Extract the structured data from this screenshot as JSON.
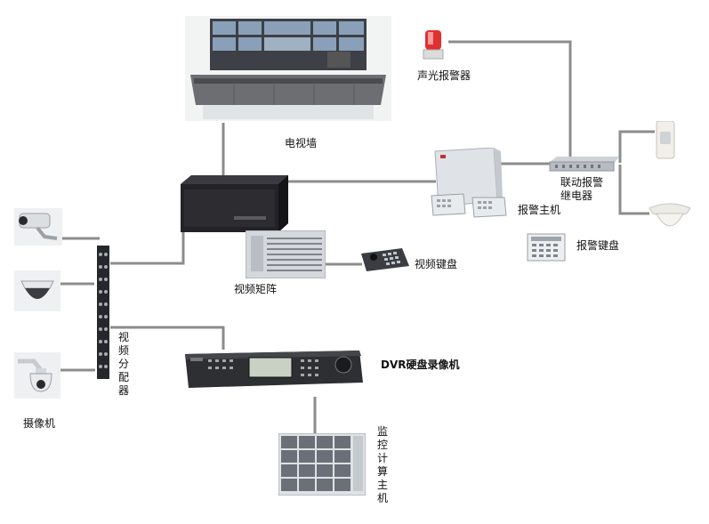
{
  "labels": {
    "video_wall": "电视墙",
    "siren": "声光报警器",
    "linkage_relay": "联动报警\n继电器",
    "alarm_host": "报警主机",
    "alarm_keyboard": "报警键盘",
    "video_matrix": "视频矩阵",
    "video_keyboard": "视频键盘",
    "video_distributor": "视频分配器",
    "dvr": "DVR硬盘录像机",
    "monitor_pc": "监控计算主机",
    "camera": "摄像机"
  },
  "colors": {
    "wire": "#8c8c8c",
    "device_dark": "#2b2b30",
    "device_light": "#d9dde2"
  }
}
